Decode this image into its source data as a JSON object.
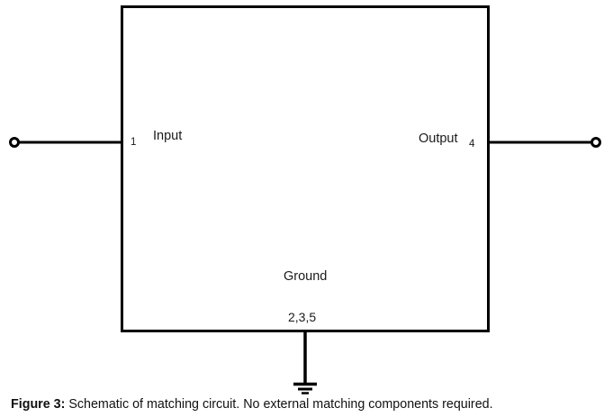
{
  "figure": {
    "caption_label": "Figure 3:",
    "caption_text": " Schematic of matching circuit. No external matching components required."
  },
  "diagram": {
    "type": "schematic",
    "device_block": {
      "name": "matching-circuit-block",
      "shape": "rectangle",
      "fill": "#ffffff",
      "stroke": "#000000"
    },
    "ports": [
      {
        "id": "input",
        "label": "Input",
        "pin": "1",
        "side": "left",
        "terminal": "open-circle"
      },
      {
        "id": "output",
        "label": "Output",
        "pin": "4",
        "side": "right",
        "terminal": "open-circle"
      },
      {
        "id": "ground",
        "label": "Ground",
        "pin": "2,3,5",
        "side": "bottom",
        "terminal": "ground-symbol"
      }
    ],
    "colors": {
      "line": "#000000",
      "text": "#1a1a1a",
      "background": "#ffffff"
    }
  }
}
